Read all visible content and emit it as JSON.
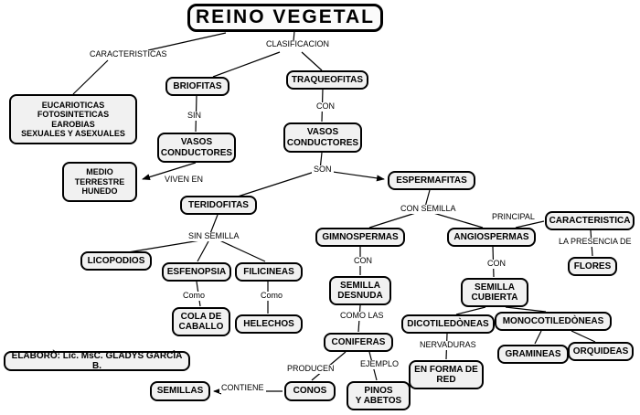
{
  "title": "REINO VEGETAL",
  "author_box": "ELABORÒ: Lic. MsC. GLADYS GARCÌA B.",
  "colors": {
    "background": "#ffffff",
    "node_fill": "#f1f1f1",
    "node_border": "#000000",
    "line": "#000000"
  },
  "nodes": {
    "eucarioticas": "EUCARIOTICAS\nFOTOSINTETICAS\nEAROBIAS\nSEXUALES Y ASEXUALES",
    "briofitas": "BRIOFITAS",
    "traqueofitas": "TRAQUEOFITAS",
    "vasos_conductores_izq": "VASOS\nCONDUCTORES",
    "vasos_conductores_der": "VASOS\nCONDUCTORES",
    "medio_terrestre": "MEDIO\nTERRESTRE\nHUNEDO",
    "teridofitas": "TERIDOFITAS",
    "espermafitas": "ESPERMAFITAS",
    "licopodios": "LICOPODIOS",
    "esfenopsia": "ESFENOPSIA",
    "filicineas": "FILICINEAS",
    "cola_de_caballo": "COLA DE\nCABALLO",
    "helechos": "HELECHOS",
    "gimnospermas": "GIMNOSPERMAS",
    "angiospermas": "ANGIOSPERMAS",
    "caracteristica": "CARACTERISTICA",
    "flores": "FLORES",
    "semilla_desnuda": "SEMILLA\nDESNUDA",
    "coniferas": "CONIFERAS",
    "semilla_cubierta": "SEMILLA\nCUBIERTA",
    "dicotiledoneas": "DICOTILEDÒNEAS",
    "monocotiledoneas": "MONOCOTILEDÒNEAS",
    "gramineas": "GRAMINEAS",
    "orquideas": "ORQUIDEAS",
    "en_forma_de_red": "EN FORMA DE\nRED",
    "conos": "CONOS",
    "pinos_y_abetos": "PINOS\nY ABETOS",
    "semillas": "SEMILLAS"
  },
  "edge_labels": {
    "caracteristicas": "CARACTERISTICAS",
    "clasificacion": "CLASIFICACION",
    "sin": "SIN",
    "con_traqueofitas": "CON",
    "viven_en": "VIVEN EN",
    "son": "SON",
    "sin_semilla": "SIN SEMILLA",
    "como_izq": "Como",
    "como_der": "Como",
    "con_semilla": "CON SEMILLA",
    "principal": "PRINCIPAL",
    "la_presencia_de": "LA PRESENCIA DE",
    "con_gimnospermas": "CON",
    "como_las": "COMO LAS",
    "con_angiospermas": "CON",
    "nervaduras": "NERVADURAS",
    "producen": "PRODUCEN",
    "ejemplo": "EJEMPLO",
    "contiene": "CONTIENE"
  }
}
